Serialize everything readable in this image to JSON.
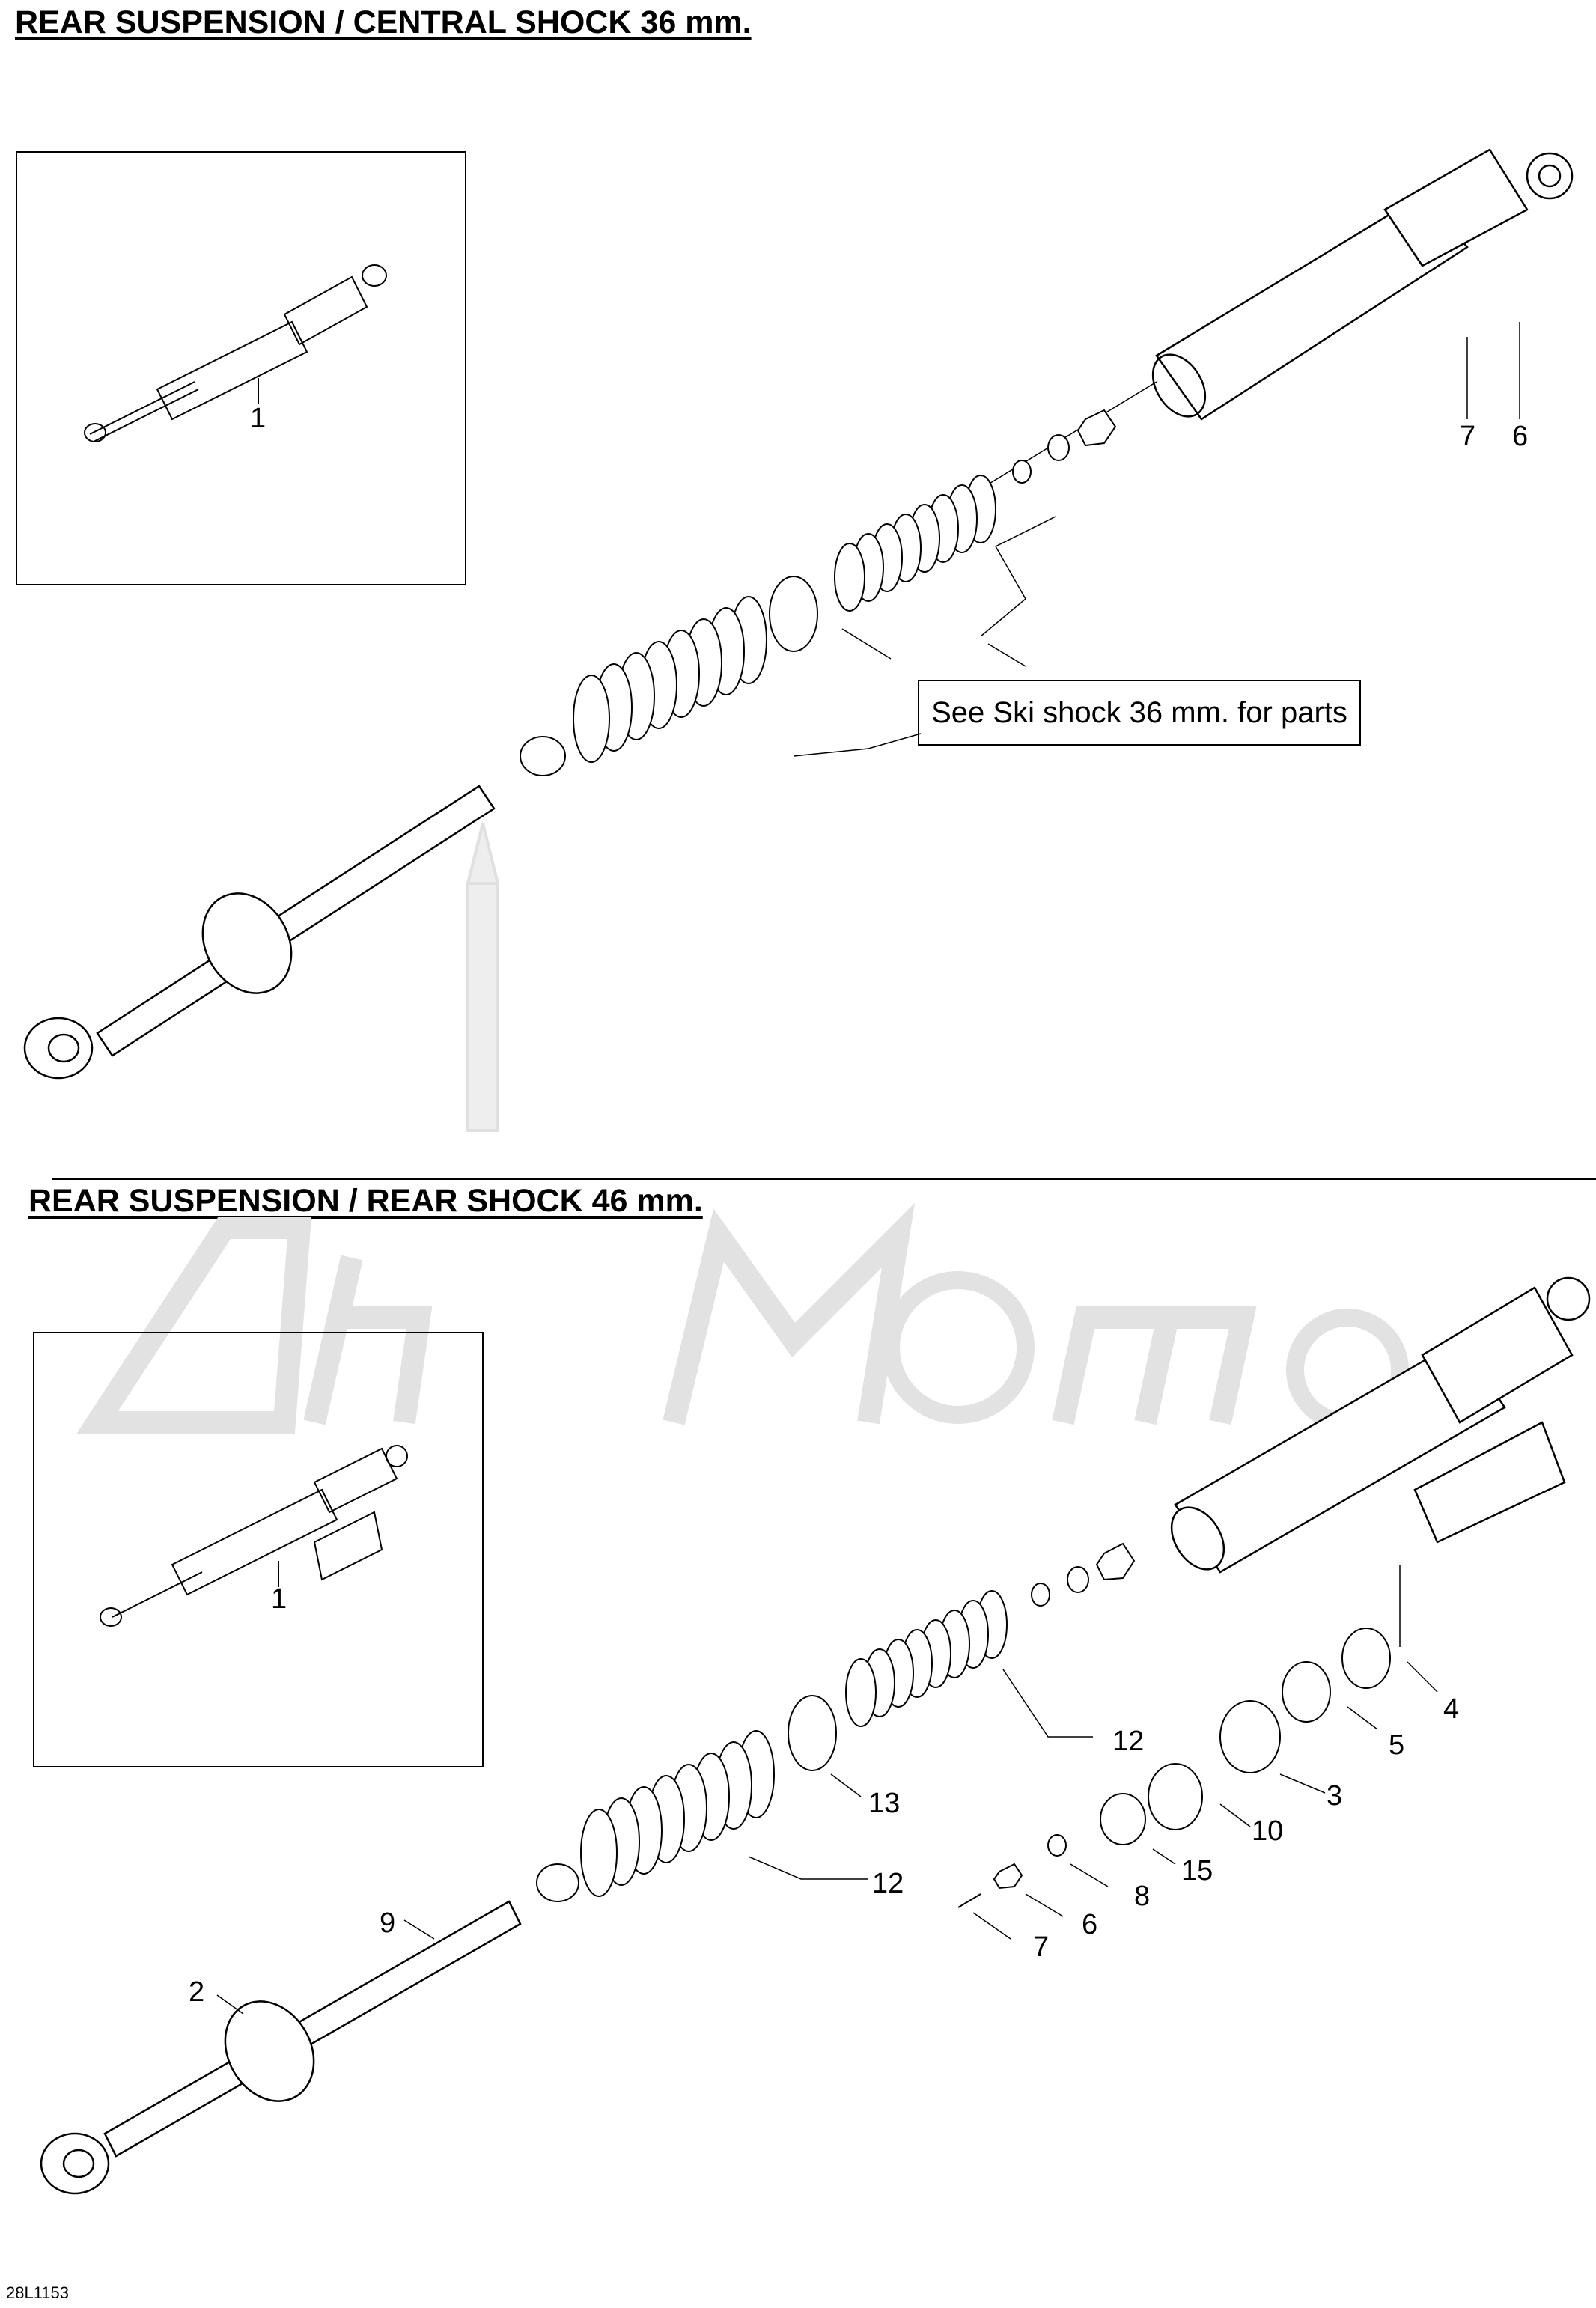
{
  "sections": {
    "top": {
      "title": "REAR SUSPENSION / CENTRAL SHOCK 36 mm.",
      "inset_callout": "1",
      "callouts": {
        "c7": "7",
        "c6": "6"
      },
      "note": "See Ski shock 36 mm. for parts"
    },
    "bottom": {
      "title": "REAR SUSPENSION / REAR SHOCK 46 mm.",
      "inset_callout": "1",
      "callouts": {
        "c4": "4",
        "c5": "5",
        "c12a": "12",
        "c3": "3",
        "c13": "13",
        "c10": "10",
        "c15": "15",
        "c8": "8",
        "c12b": "12",
        "c6": "6",
        "c7": "7",
        "c9": "9",
        "c2": "2"
      }
    }
  },
  "diagram_code": "28L1153",
  "colors": {
    "line": "#000000",
    "watermark": "#e6e6e6"
  }
}
